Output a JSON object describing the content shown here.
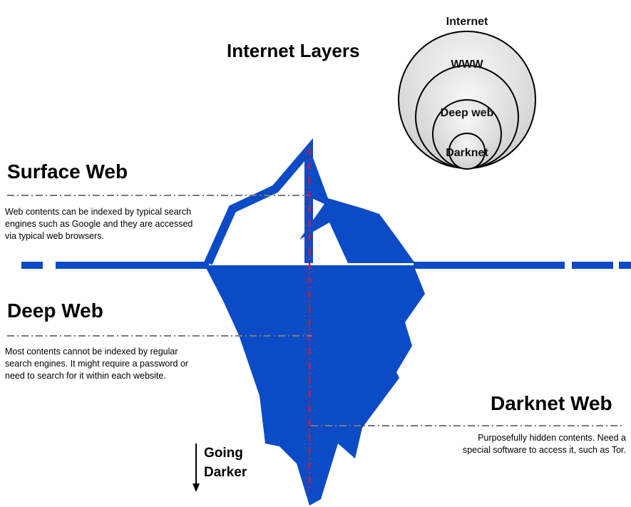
{
  "title": "Internet Layers",
  "layers": [
    "Internet",
    "WWW",
    "Deep web",
    "Darknet"
  ],
  "sections": {
    "surface": {
      "heading": "Surface Web",
      "description": "Web contents can be indexed by typical search\nengines such as Google and they are accessed\nvia typical web browsers."
    },
    "deep": {
      "heading": "Deep Web",
      "description": "Most contents cannot be indexed by regular\nsearch engines. It might require a password or\nneed to search for it within each website."
    },
    "darknet": {
      "heading": "Darknet Web",
      "description": "Purposefully hidden contents. Need a\nspecial software to access it, such as Tor."
    }
  },
  "going_darker": "Going\nDarker",
  "colors": {
    "iceberg": "#0b4bc6",
    "guide_line": "#d11a3a",
    "dash_line": "#7a7a7a",
    "circle_fill": "#e6e6e6"
  }
}
